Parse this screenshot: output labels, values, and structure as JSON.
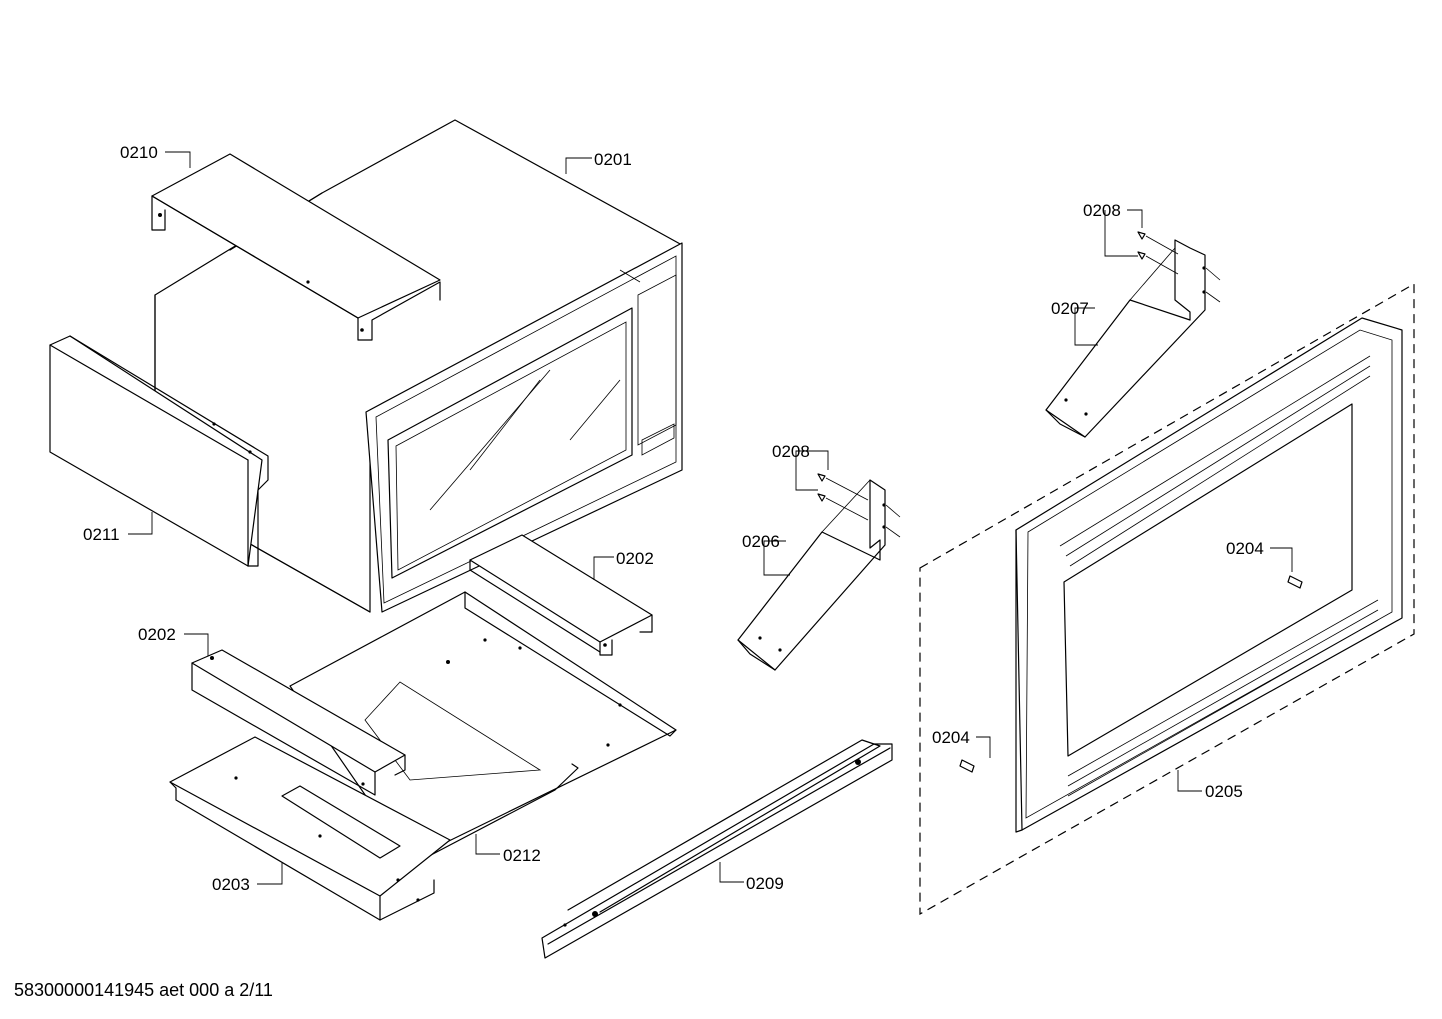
{
  "labels": {
    "l0210": "0210",
    "l0201": "0201",
    "l0211": "0211",
    "l0202a": "0202",
    "l0202b": "0202",
    "l0203": "0203",
    "l0212": "0212",
    "l0208a": "0208",
    "l0206": "0206",
    "l0208b": "0208",
    "l0207": "0207",
    "l0209": "0209",
    "l0204a": "0204",
    "l0204b": "0204",
    "l0205": "0205"
  },
  "footer": {
    "doc_id": "58300000141945 aet 000 a 2/11"
  }
}
